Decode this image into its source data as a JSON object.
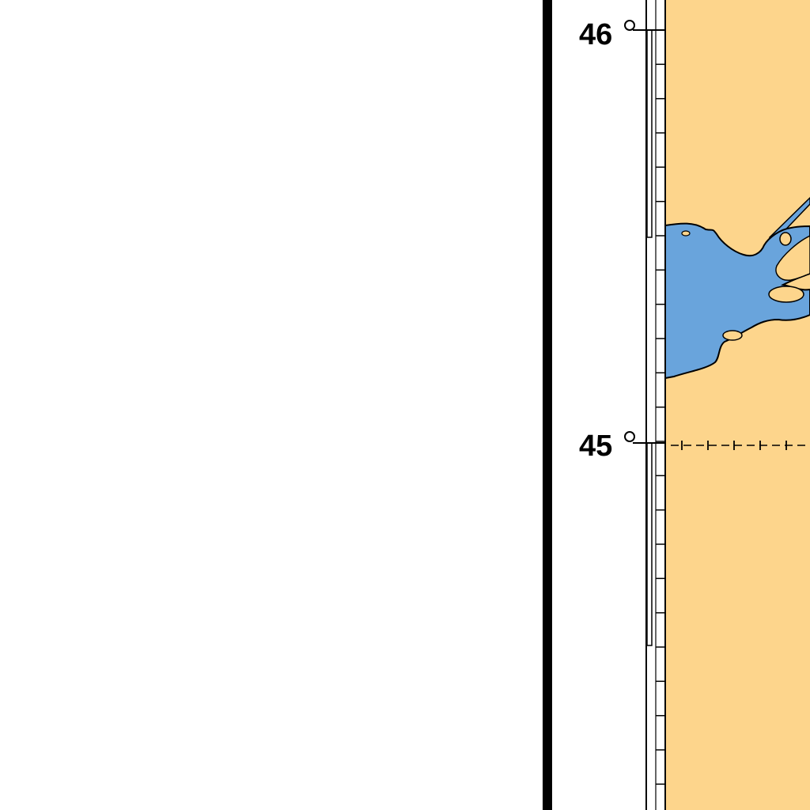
{
  "map": {
    "latitude_labels": [
      {
        "id": "lat-46",
        "text": "46"
      },
      {
        "id": "lat-45",
        "text": "45"
      }
    ],
    "colors": {
      "land": "#fdd58c",
      "water": "#69a4dc",
      "ink": "#000000",
      "paper": "#ffffff"
    }
  }
}
